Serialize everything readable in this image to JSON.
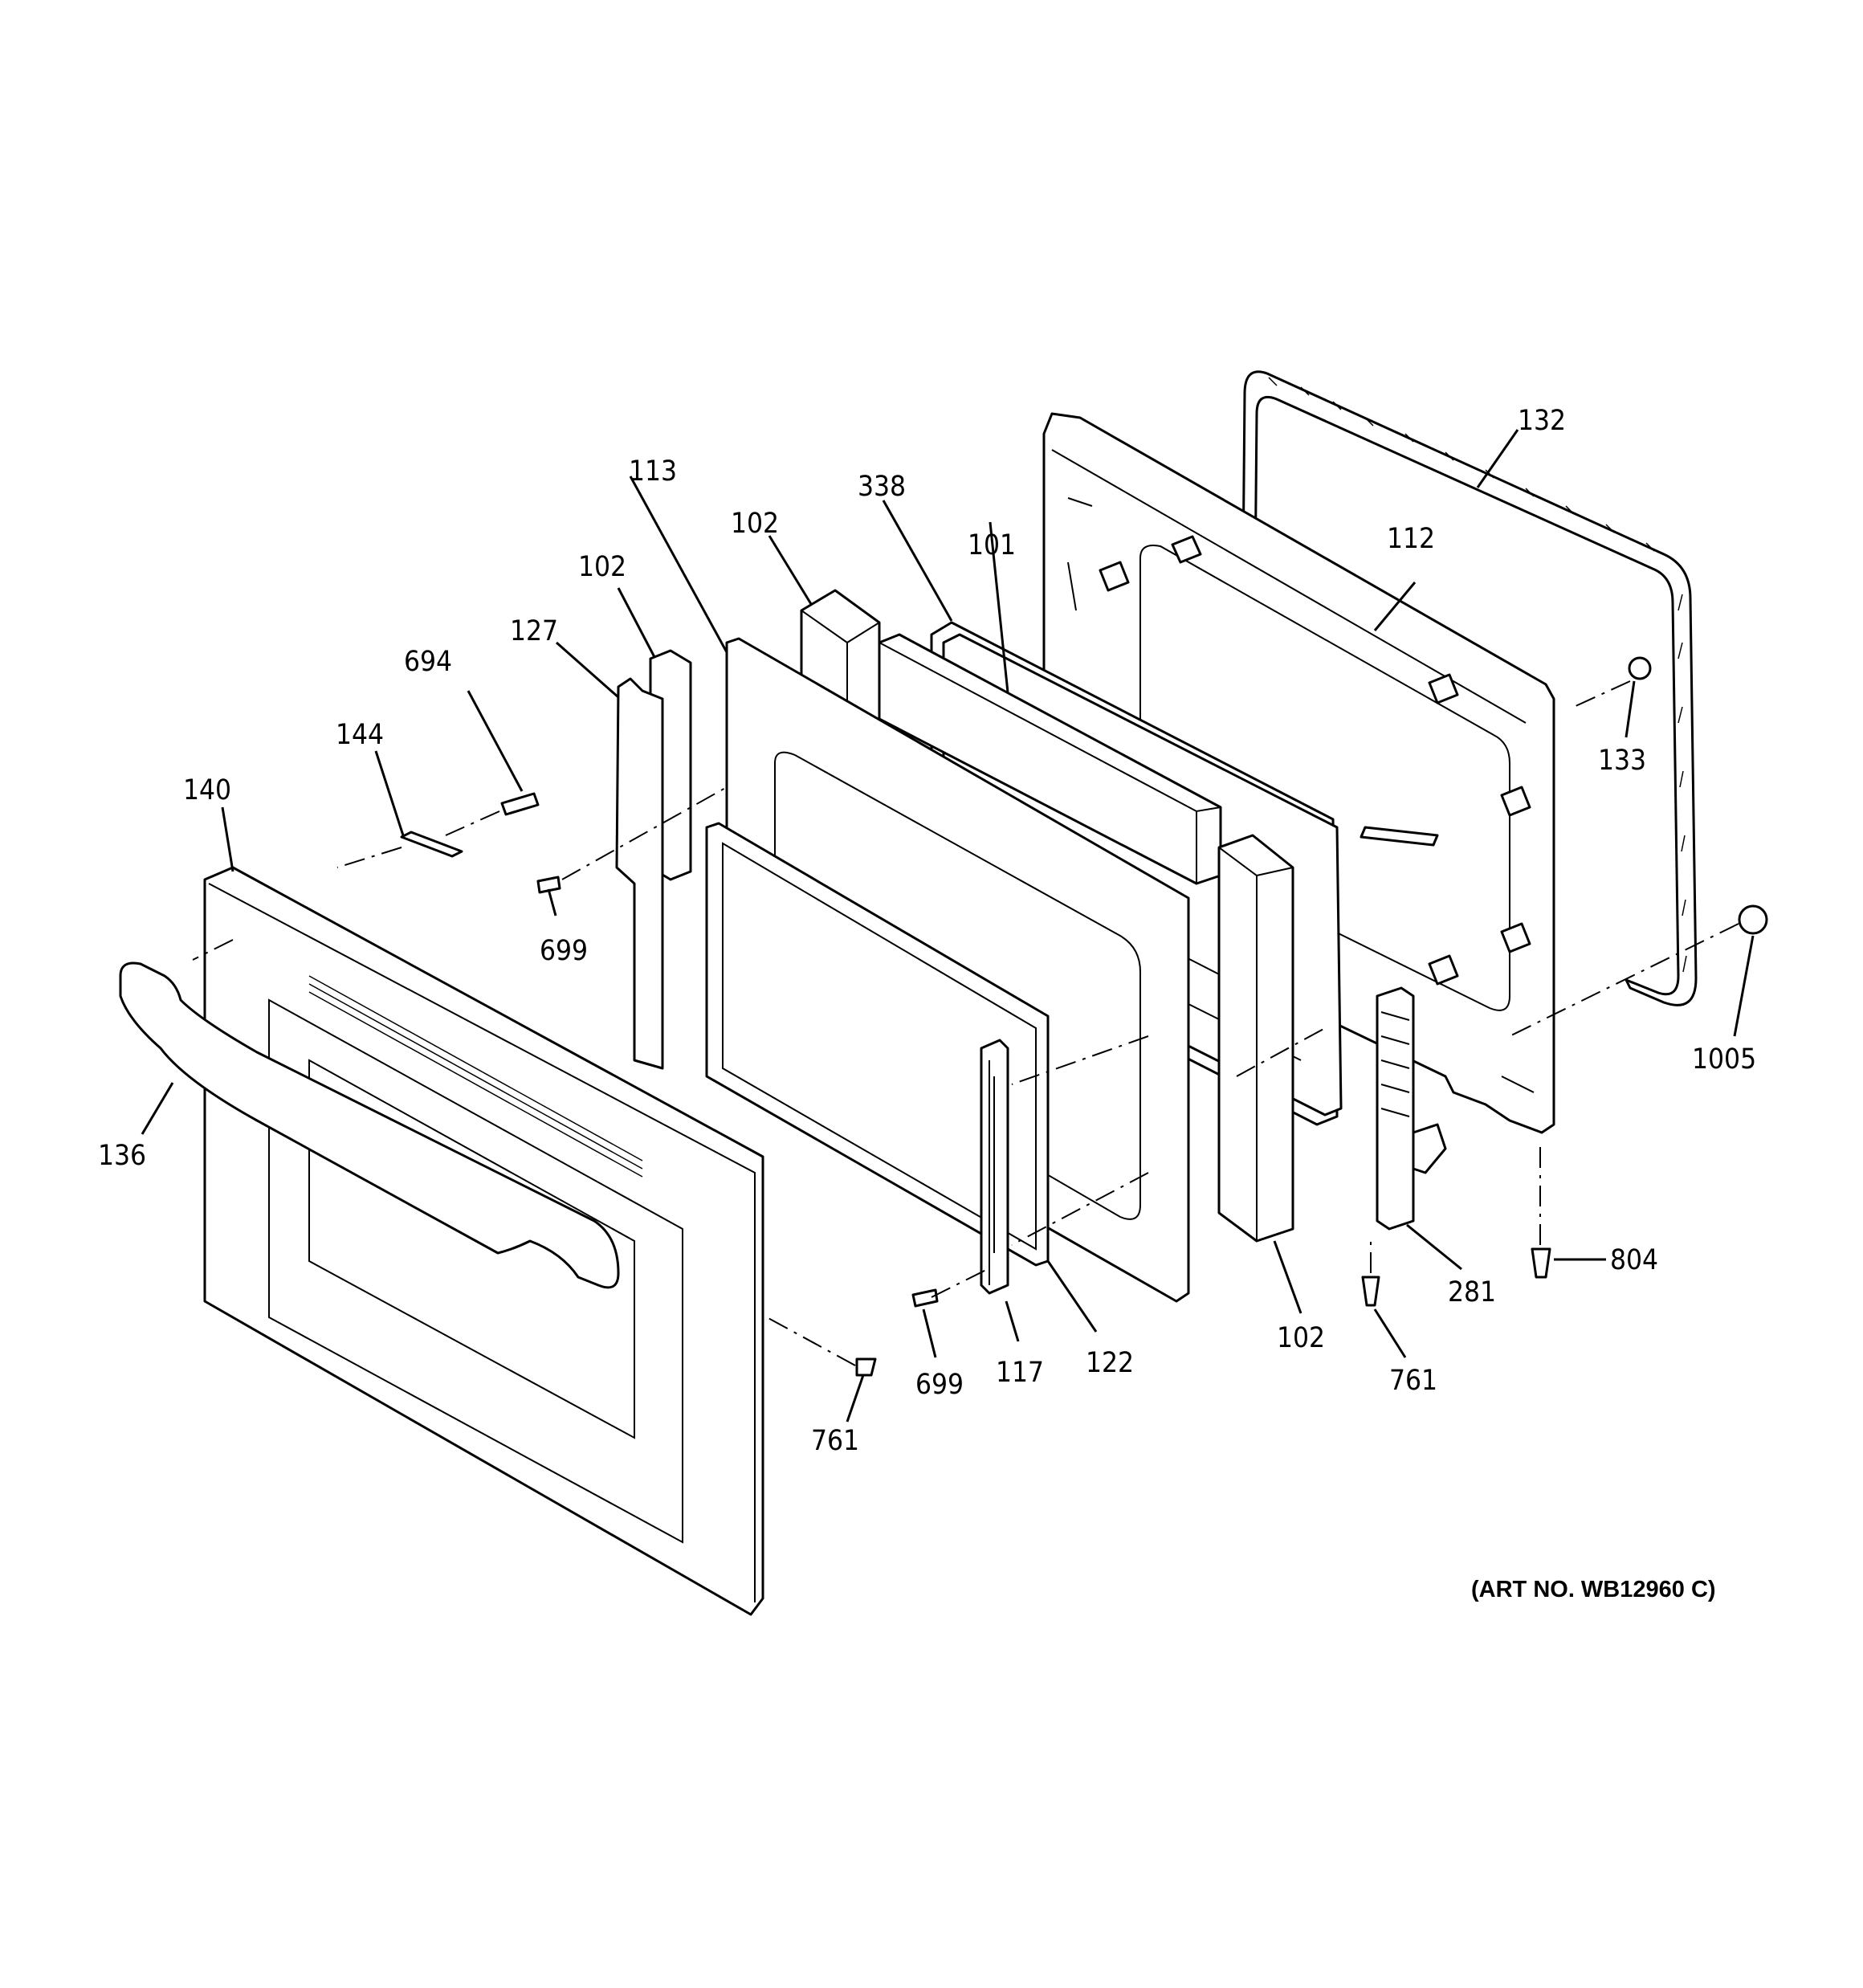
{
  "diagram": {
    "art_number": "(ART NO. WB12960 C)",
    "callouts": {
      "p132": "132",
      "p112": "112",
      "p133": "133",
      "p1005": "1005",
      "p804": "804",
      "p281": "281",
      "p761_right": "761",
      "p102_right": "102",
      "p338": "338",
      "p101": "101",
      "p102_mid": "102",
      "p113": "113",
      "p102_left": "102",
      "p127": "127",
      "p694": "694",
      "p144": "144",
      "p140": "140",
      "p136": "136",
      "p699_left": "699",
      "p699_mid": "699",
      "p117": "117",
      "p122": "122",
      "p761_left": "761"
    }
  }
}
